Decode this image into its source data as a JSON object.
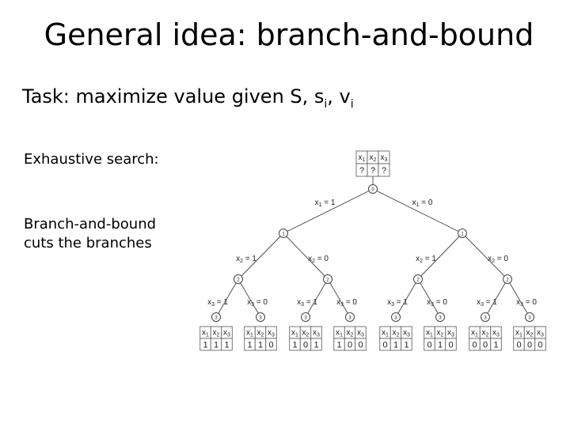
{
  "slide": {
    "title": "General idea: branch-and-bound",
    "task_prefix": "Task: maximize value given S, s",
    "task_sub1": "i",
    "task_mid": ",  v",
    "task_sub2": "i",
    "exhaustive_label": "Exhaustive search:",
    "bnb_line1": "Branch-and-bound",
    "bnb_line2": "cuts the branches"
  },
  "tree": {
    "header_vars": [
      "x1",
      "x2",
      "x3"
    ],
    "root_values": [
      "?",
      "?",
      "?"
    ],
    "level_labels": [
      "0",
      "1",
      "2",
      "3"
    ],
    "edge_x1_one": "x1 = 1",
    "edge_x1_zero": "x1 = 0",
    "edge_x2_one": "x2 = 1",
    "edge_x2_zero": "x2 = 0",
    "edge_x3_one": "x3 = 1",
    "edge_x3_zero": "x3 = 0",
    "leaves": [
      [
        "1",
        "1",
        "1"
      ],
      [
        "1",
        "1",
        "0"
      ],
      [
        "1",
        "0",
        "1"
      ],
      [
        "1",
        "0",
        "0"
      ],
      [
        "0",
        "1",
        "1"
      ],
      [
        "0",
        "1",
        "0"
      ],
      [
        "0",
        "0",
        "1"
      ],
      [
        "0",
        "0",
        "0"
      ]
    ]
  }
}
